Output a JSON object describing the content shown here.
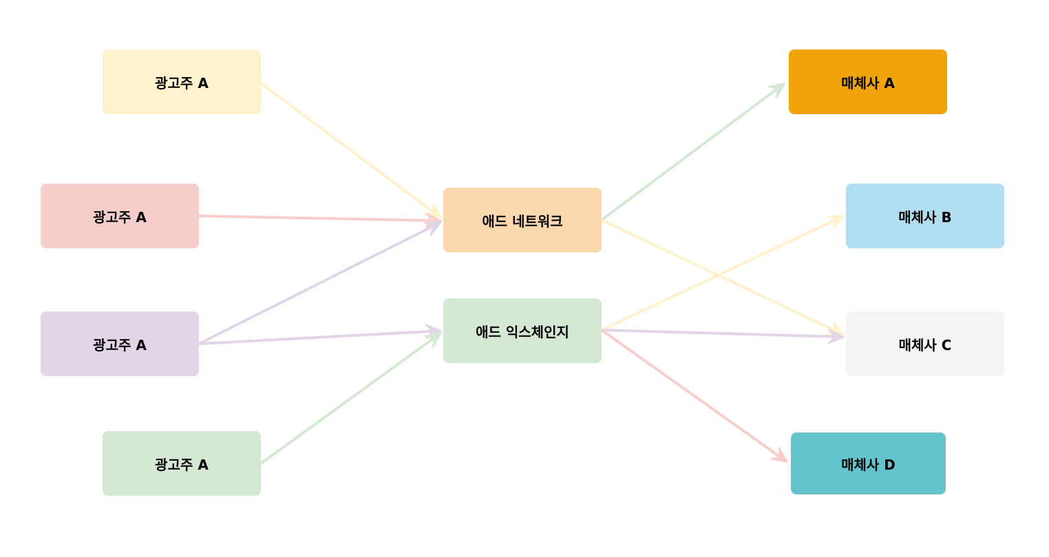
{
  "advertisers": [
    {
      "label": "광고주 A",
      "color": "#fff2cc"
    },
    {
      "label": "광고주 A",
      "color": "#f8cecc"
    },
    {
      "label": "광고주 A",
      "color": "#e1d5e7"
    },
    {
      "label": "광고주 A",
      "color": "#d5e8d4"
    }
  ],
  "hubs": [
    {
      "label": "애드 네트워크",
      "color": "#fad7ac"
    },
    {
      "label": "애드 익스체인지",
      "color": "#d5e8d4"
    }
  ],
  "publishers": [
    {
      "label": "매체사 A",
      "color": "#f0a30a"
    },
    {
      "label": "매체사 B",
      "color": "#b1ddf0"
    },
    {
      "label": "매체사 C",
      "color": "#f5f5f5"
    },
    {
      "label": "매체사 D",
      "color": "#63c4cd"
    }
  ],
  "connections": [
    {
      "from": "advertisers.0",
      "to": "hubs.0",
      "color": "#fff2cc"
    },
    {
      "from": "advertisers.1",
      "to": "hubs.0",
      "color": "#f8cecc"
    },
    {
      "from": "advertisers.2",
      "to": "hubs.0",
      "color": "#e1d5e7"
    },
    {
      "from": "advertisers.2",
      "to": "hubs.1",
      "color": "#e1d5e7"
    },
    {
      "from": "advertisers.3",
      "to": "hubs.1",
      "color": "#d5e8d4"
    },
    {
      "from": "hubs.0",
      "to": "publishers.0",
      "color": "#d5e8d4"
    },
    {
      "from": "hubs.0",
      "to": "publishers.2",
      "color": "#fff2cc"
    },
    {
      "from": "hubs.1",
      "to": "publishers.1",
      "color": "#fff2cc"
    },
    {
      "from": "hubs.1",
      "to": "publishers.2",
      "color": "#e1d5e7"
    },
    {
      "from": "hubs.1",
      "to": "publishers.3",
      "color": "#f8cecc"
    }
  ]
}
